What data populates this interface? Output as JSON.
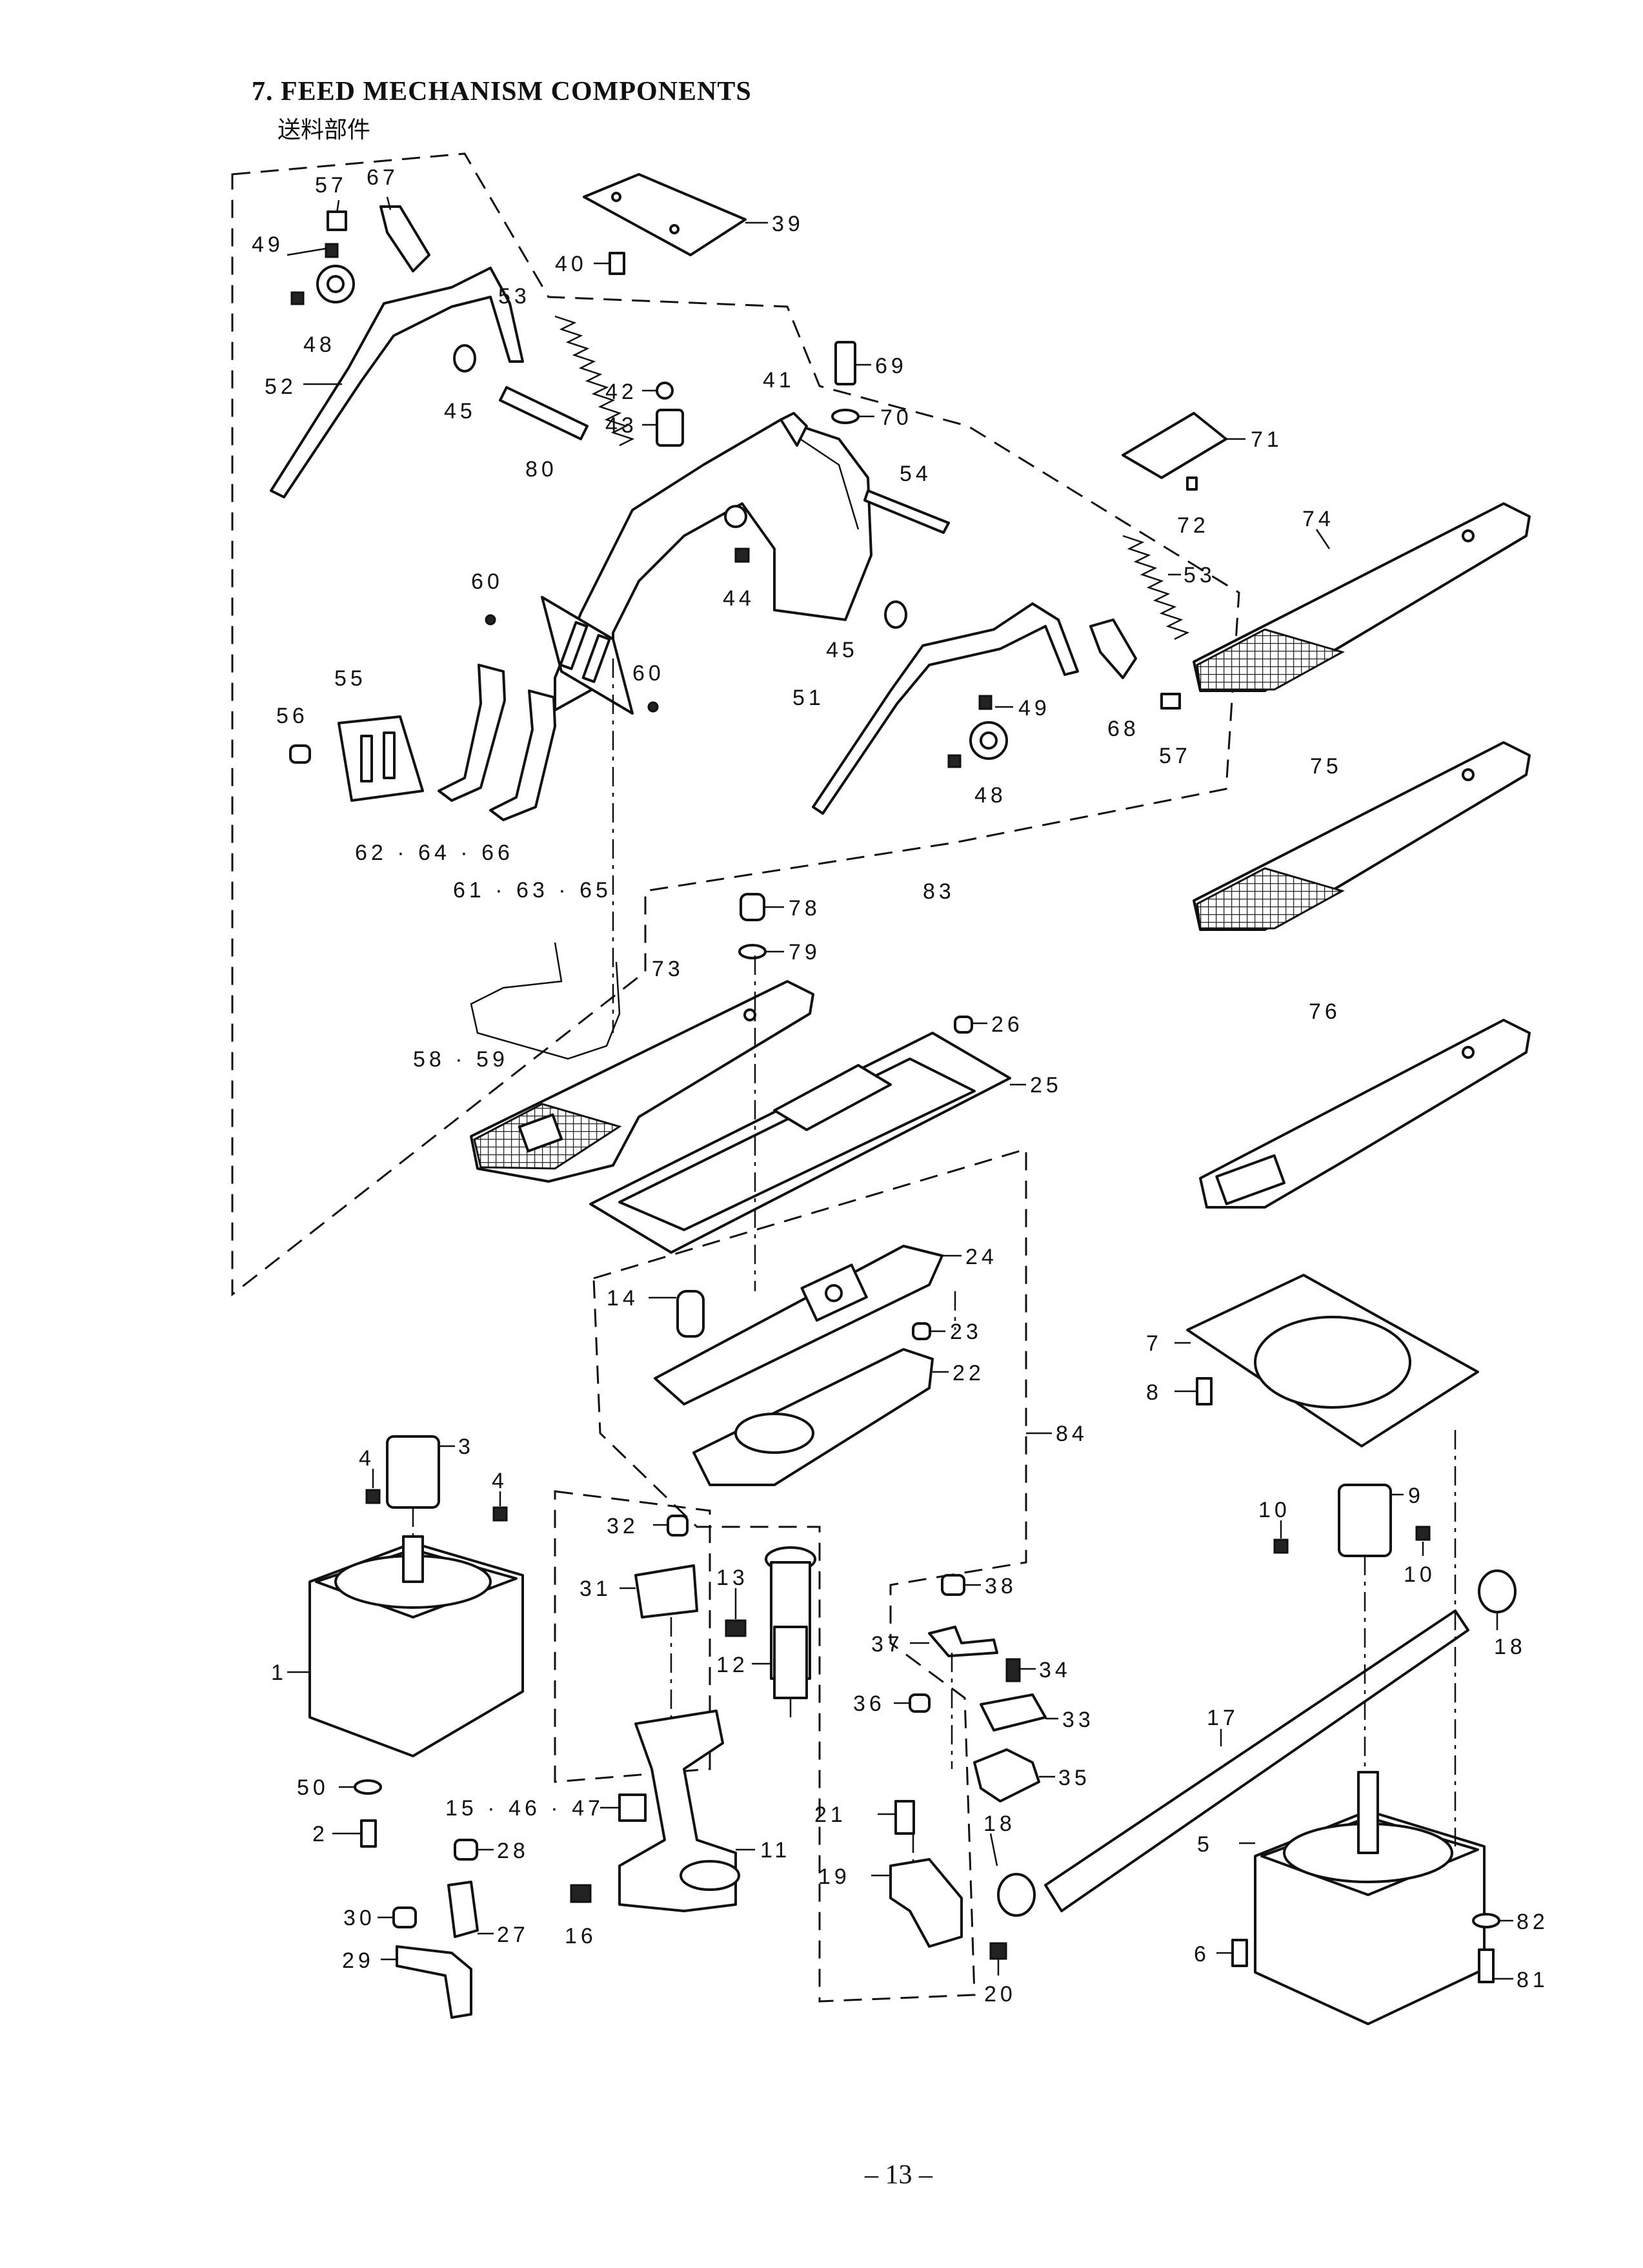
{
  "page": {
    "title": "7. FEED MECHANISM COMPONENTS",
    "subtitle": "送料部件",
    "page_number": "– 13 –"
  },
  "callouts": [
    "57",
    "67",
    "49",
    "48",
    "52",
    "45",
    "80",
    "53",
    "42",
    "43",
    "41",
    "69",
    "70",
    "39",
    "40",
    "71",
    "72",
    "54",
    "44",
    "74",
    "53",
    "45",
    "51",
    "49",
    "48",
    "68",
    "57",
    "60",
    "60",
    "55",
    "56",
    "62 · 64 · 66",
    "61 · 63 · 65",
    "83",
    "75",
    "78",
    "79",
    "73",
    "58 · 59",
    "26",
    "25",
    "76",
    "24",
    "14",
    "23",
    "22",
    "84",
    "7",
    "8",
    "3",
    "4",
    "4",
    "10",
    "9",
    "10",
    "18",
    "1",
    "32",
    "31",
    "13",
    "12",
    "38",
    "37",
    "34",
    "33",
    "36",
    "35",
    "17",
    "50",
    "2",
    "15 · 46 · 47",
    "11",
    "21",
    "18",
    "5",
    "28",
    "16",
    "19",
    "20",
    "30",
    "27",
    "29",
    "82",
    "6",
    "81"
  ]
}
